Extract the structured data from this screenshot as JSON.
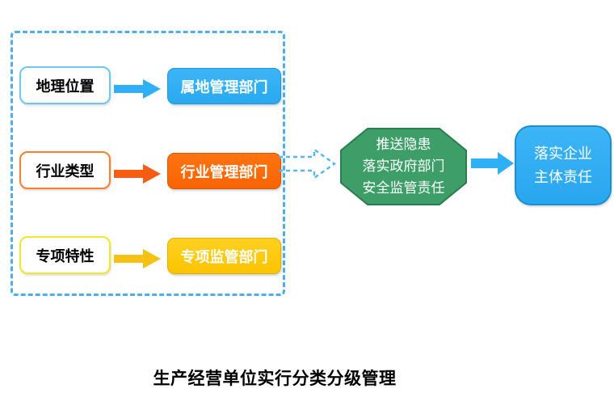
{
  "caption": "生产经营单位实行分类分级管理",
  "flow": {
    "rows": [
      {
        "id": "geo",
        "source": "地理位置",
        "target": "属地管理部门",
        "accent": "#2FAFF5"
      },
      {
        "id": "industry",
        "source": "行业类型",
        "target": "行业管理部门",
        "accent": "#F96402"
      },
      {
        "id": "special",
        "source": "专项特性",
        "target": "专项监管部门",
        "accent": "#FCC400"
      }
    ],
    "hub": {
      "lines": [
        "推送隐患",
        "落实政府部门",
        "安全监管责任"
      ],
      "fill": "#3D9E68",
      "border": "#2C7C50"
    },
    "outcome": {
      "lines": [
        "落实企业",
        "主体责任"
      ],
      "fill": "#2FAFF5",
      "border": "#1B8FD0"
    },
    "group_border_color": "#4FAEE8",
    "dashed_arrow_color": "#55B7EA"
  }
}
